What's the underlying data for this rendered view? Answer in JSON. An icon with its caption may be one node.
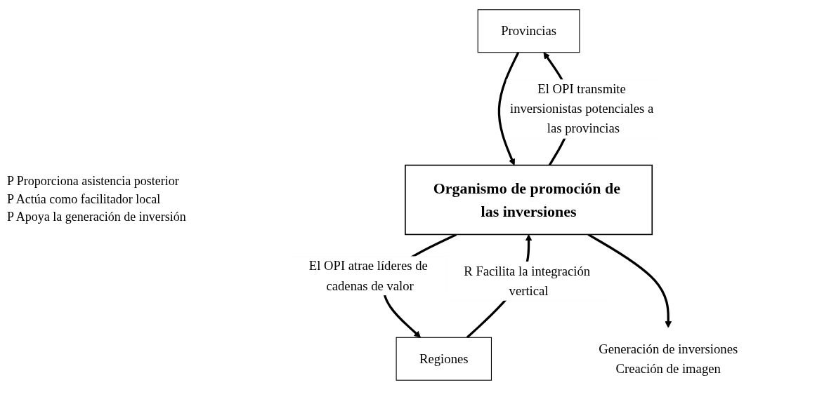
{
  "diagram": {
    "nodes": [
      {
        "text": [
          "Provincias"
        ]
      },
      {
        "text": [
          "Regiones"
        ]
      },
      {
        "text": [
          "Organismo de promoción de las inversiones"
        ]
      },
      {
        "text": [
          "Generación de inversiones",
          "Creación de imagen"
        ]
      }
    ],
    "edges": [
      {
        "from": 0,
        "to": 2,
        "arrow": "to"
      },
      {
        "from": 2,
        "to": 0,
        "arrow": "to",
        "label": "El OPI transmite inversionistas potenciales a las provincias"
      },
      {
        "from": 2,
        "to": 1,
        "arrow": "to",
        "label": "El OPI atrae líderes de cadenas de valor"
      },
      {
        "from": 1,
        "to": 2,
        "arrow": "to",
        "label": "R Facilita la integración vertical"
      },
      {
        "from": 2,
        "to": 3,
        "arrow": "to"
      }
    ],
    "labels": [
      "P Proporciona asistencia posterior",
      "P Actúa como facilitador local",
      "P Apoya la generación de inversión"
    ]
  }
}
